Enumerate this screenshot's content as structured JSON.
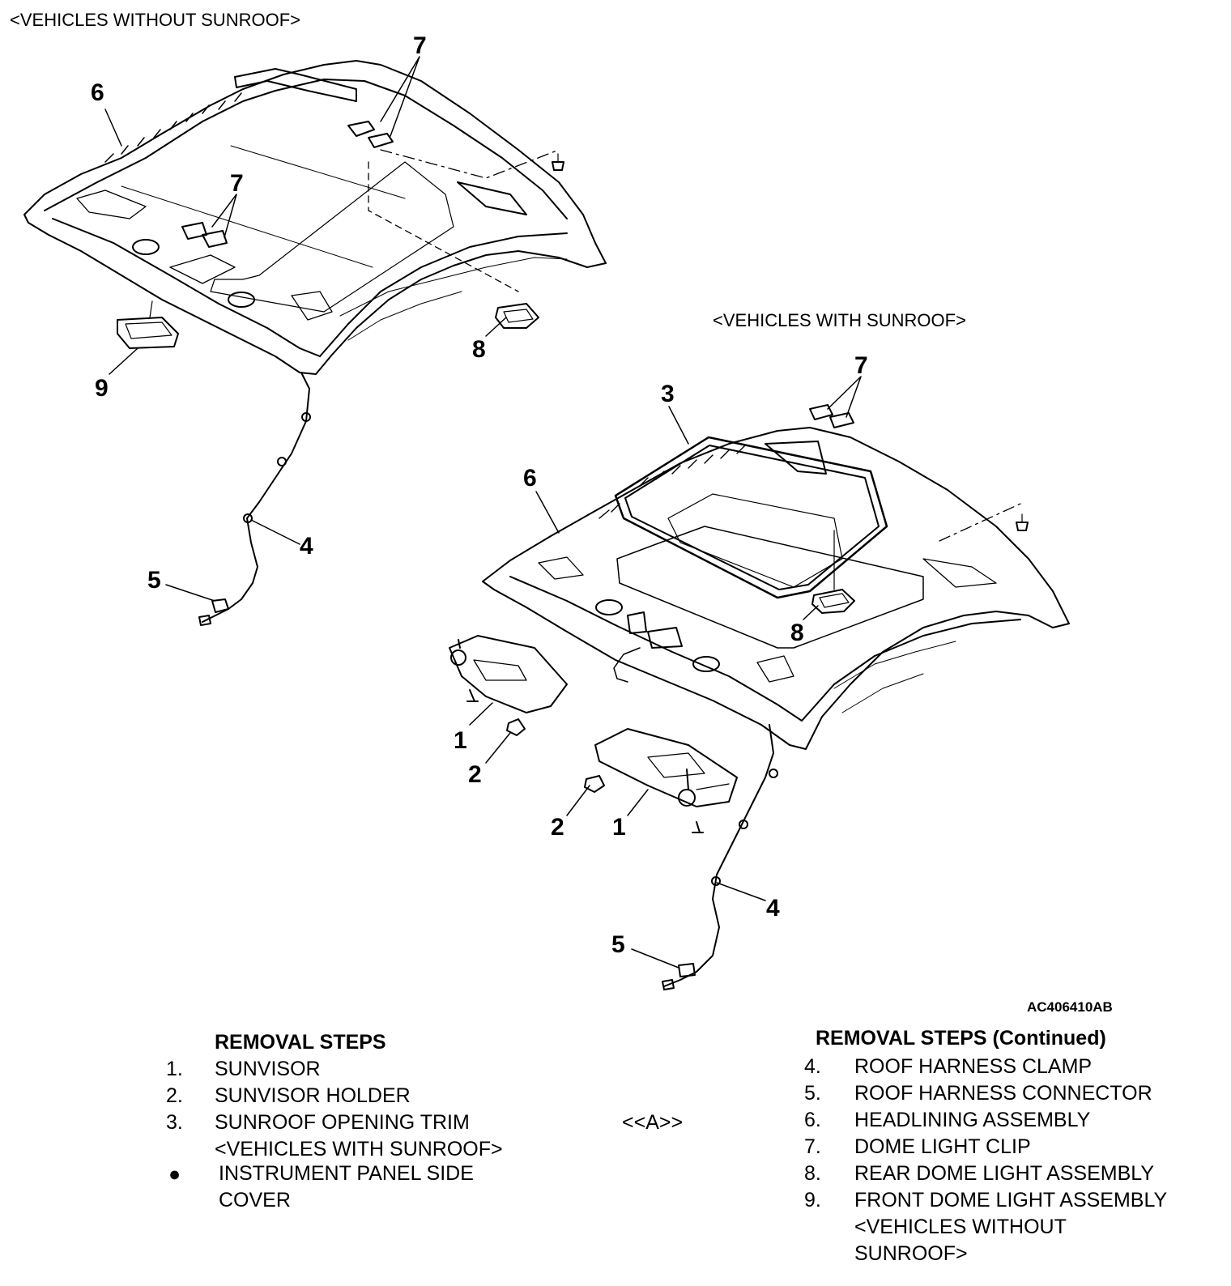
{
  "headers": {
    "without_sunroof": "<VEHICLES WITHOUT SUNROOF>",
    "with_sunroof": "<VEHICLES WITH SUNROOF>"
  },
  "callouts_left": {
    "c6": "6",
    "c7a": "7",
    "c7b": "7",
    "c8": "8",
    "c9": "9",
    "c4": "4",
    "c5": "5"
  },
  "callouts_right": {
    "c3": "3",
    "c7": "7",
    "c6": "6",
    "c8": "8",
    "c1a": "1",
    "c2a": "2",
    "c2b": "2",
    "c1b": "1",
    "c4": "4",
    "c5": "5"
  },
  "figure_code": "AC406410AB",
  "removal_steps": {
    "title": "REMOVAL STEPS",
    "items": [
      {
        "num": "1.",
        "label": "SUNVISOR"
      },
      {
        "num": "2.",
        "label": "SUNVISOR HOLDER"
      },
      {
        "num": "3.",
        "label": "SUNROOF OPENING TRIM"
      }
    ],
    "item3_cont": "<VEHICLES WITH SUNROOF>",
    "bullet": "●",
    "bullet_label_line1": "INSTRUMENT PANEL SIDE",
    "bullet_label_line2": "COVER",
    "service_mark": "<<A>>"
  },
  "removal_steps_continued": {
    "title": "REMOVAL STEPS (Continued)",
    "items": [
      {
        "num": "4.",
        "label": "ROOF HARNESS CLAMP"
      },
      {
        "num": "5.",
        "label": "ROOF HARNESS CONNECTOR"
      },
      {
        "num": "6.",
        "label": "HEADLINING ASSEMBLY"
      },
      {
        "num": "7.",
        "label": "DOME LIGHT CLIP"
      },
      {
        "num": "8.",
        "label": "REAR DOME LIGHT ASSEMBLY"
      },
      {
        "num": "9.",
        "label": "FRONT DOME LIGHT ASSEMBLY"
      }
    ],
    "item9_cont1": "<VEHICLES WITHOUT",
    "item9_cont2": "SUNROOF>"
  }
}
